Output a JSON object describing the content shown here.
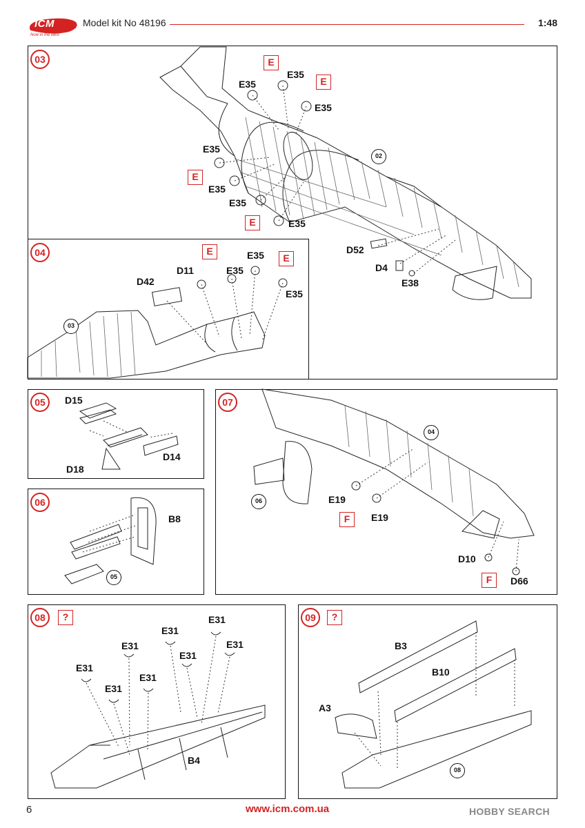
{
  "header": {
    "brand": "ICM",
    "tagline": "Now in the Best",
    "kit": "Model kit No 48196",
    "scale": "1:48"
  },
  "colors": {
    "accent": "#d42222",
    "line": "#111111"
  },
  "steps": [
    {
      "num": "03",
      "parts": [
        "E35",
        "E35",
        "E35",
        "E35",
        "E35",
        "E35",
        "E35",
        "D52",
        "D4",
        "E38"
      ],
      "boxes": [
        "E",
        "E",
        "E",
        "E"
      ],
      "refs": [
        "02"
      ]
    },
    {
      "num": "04",
      "parts": [
        "D42",
        "D11",
        "E35",
        "E35",
        "E35"
      ],
      "boxes": [
        "E",
        "E"
      ],
      "refs": [
        "03"
      ]
    },
    {
      "num": "05",
      "parts": [
        "D15",
        "D14",
        "D18"
      ]
    },
    {
      "num": "06",
      "parts": [
        "B8"
      ],
      "refs": [
        "05"
      ]
    },
    {
      "num": "07",
      "parts": [
        "E19",
        "E19",
        "D10",
        "D66"
      ],
      "boxes": [
        "F",
        "F"
      ],
      "refs": [
        "04",
        "06"
      ]
    },
    {
      "num": "08",
      "note": "?",
      "parts": [
        "E31",
        "E31",
        "E31",
        "E31",
        "E31",
        "E31",
        "E31",
        "E31",
        "B4"
      ]
    },
    {
      "num": "09",
      "note": "?",
      "parts": [
        "B3",
        "B10",
        "A3"
      ],
      "refs": [
        "08"
      ]
    }
  ],
  "footer": {
    "page": "6",
    "url": "www.icm.com.ua",
    "watermark": "HOBBY SEARCH"
  }
}
